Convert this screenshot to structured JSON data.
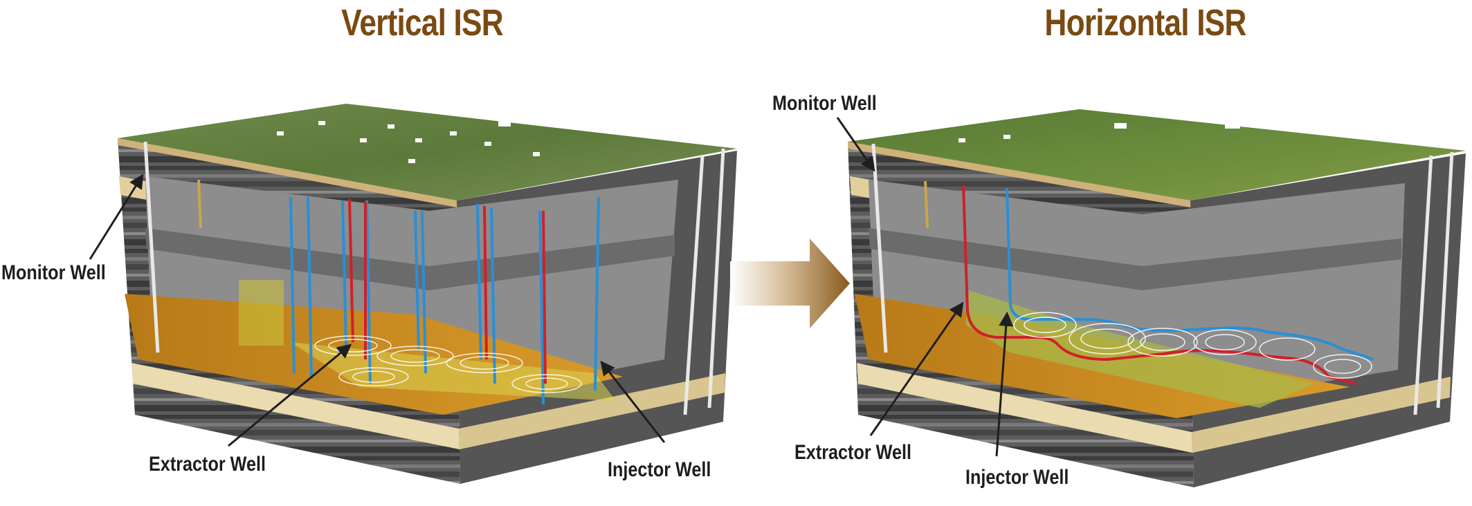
{
  "titles": {
    "vertical": "Vertical ISR",
    "horizontal": "Horizontal ISR"
  },
  "labels": {
    "left_monitor": "Monitor Well",
    "left_extractor": "Extractor Well",
    "left_injector": "Injector Well",
    "right_monitor": "Monitor Well",
    "right_extractor": "Extractor Well",
    "right_injector": "Injector Well"
  },
  "colors": {
    "title": "#7a4a12",
    "label": "#1e1e1e",
    "grass": "#5f7d3c",
    "ore": "#c98a1c",
    "extractor_pipe": "#d0202a",
    "injector_pipe": "#2a8fd6",
    "rock_dark": "#4a4a4a",
    "sand": "#e7d6a8",
    "arrow": "#8a5a1e"
  }
}
